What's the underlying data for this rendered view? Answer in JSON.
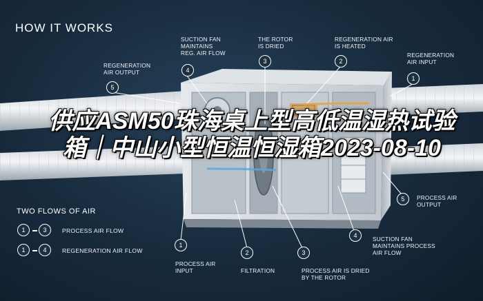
{
  "heading": "HOW IT WORKS",
  "flows": {
    "title": "TWO FLOWS OF AIR",
    "items": [
      {
        "from": "1",
        "to": "3",
        "label": "PROCESS AIR FLOW"
      },
      {
        "from": "1",
        "to": "4",
        "label": "REGENERATION AIR FLOW"
      }
    ]
  },
  "top_callouts": [
    {
      "num": "5",
      "label": "REGENERATION\nAIR OUTPUT"
    },
    {
      "num": "4",
      "label": "SUCTION FAN\nMAINTAINS\nREG. AIR FLOW"
    },
    {
      "num": "3",
      "label": "THE ROTOR\nIS DRIED"
    },
    {
      "num": "2",
      "label": "REGENERATION AIR\nIS HEATED"
    },
    {
      "num": "1",
      "label": "REGENERATION\nAIR INPUT"
    }
  ],
  "bottom_callouts": [
    {
      "num": "1",
      "label": "PROCESS AIR\nINPUT"
    },
    {
      "num": "2",
      "label": "FILTRATION"
    },
    {
      "num": "3",
      "label": "PROCESS AIR IS DRIED\nBY THE ROTOR"
    },
    {
      "num": "4",
      "label": "SUCTION FAN\nMAINTAINS PROCESS\nAIR FLOW"
    },
    {
      "num": "5",
      "label": "PROCESS AIR\nOUTPUT"
    }
  ],
  "overlay_text": "供应ASM50珠海桌上型高低温湿热试验箱｜中山小型恒温恒湿箱2023-08-10",
  "colors": {
    "background": "#172a3c",
    "text": "#ffffff"
  }
}
